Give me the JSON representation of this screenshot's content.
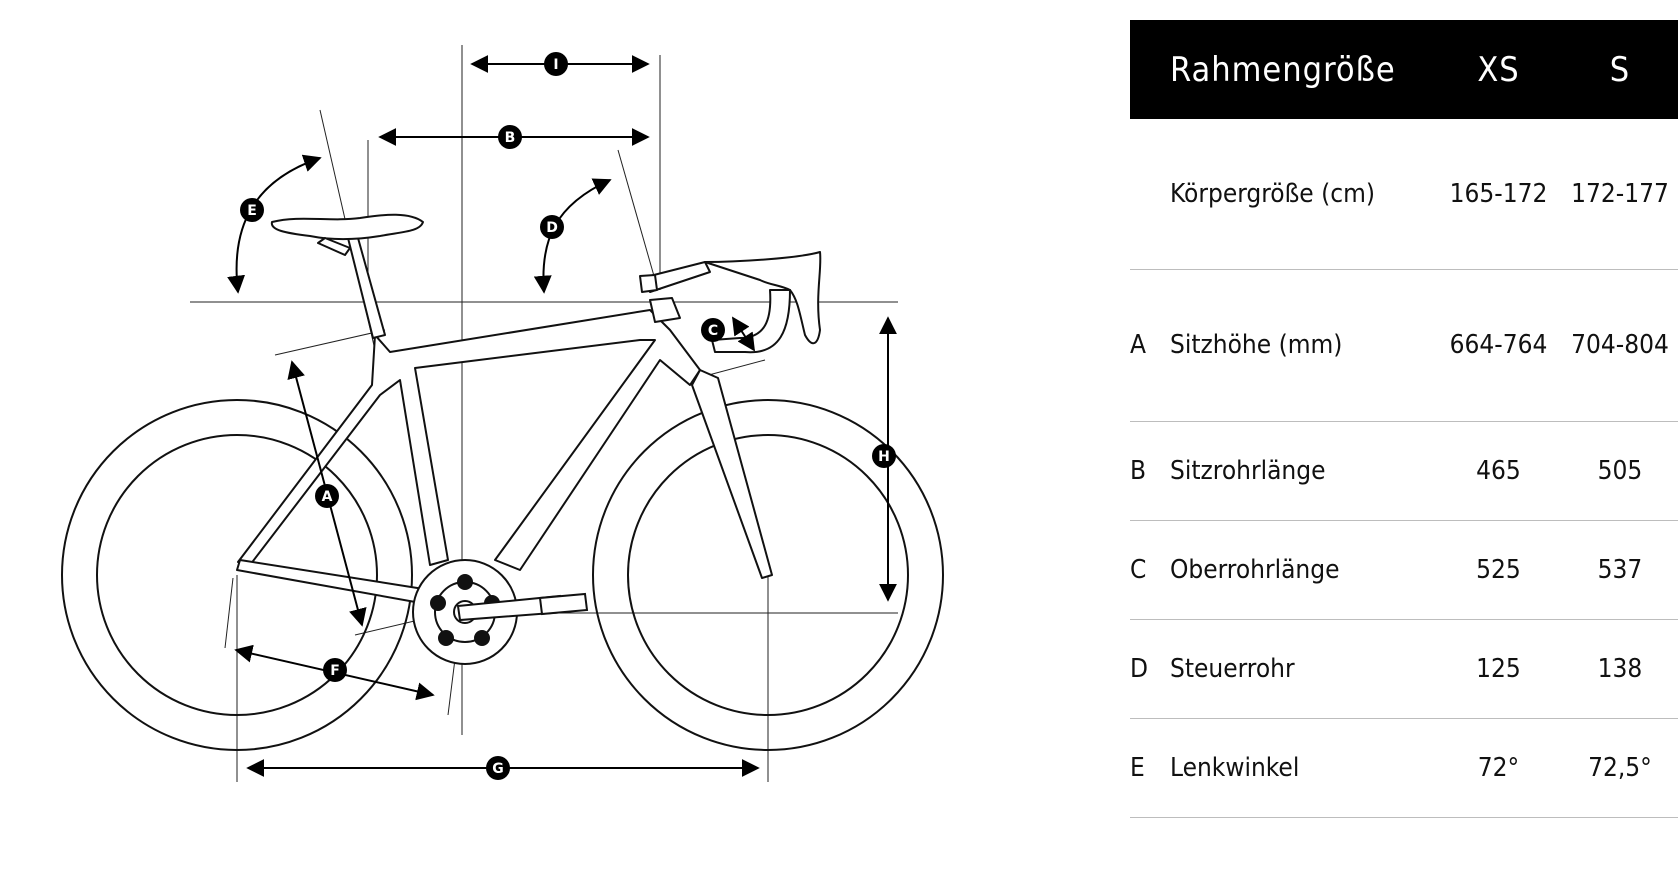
{
  "diagram": {
    "markers": [
      "A",
      "B",
      "C",
      "D",
      "E",
      "F",
      "G",
      "H",
      "I"
    ]
  },
  "table": {
    "header": {
      "label": "Rahmengröße",
      "xs": "XS",
      "s": "S"
    },
    "rows": [
      {
        "letter": "",
        "label": "Körpergröße (cm)",
        "xs": "165-172",
        "s": "172-177"
      },
      {
        "letter": "A",
        "label": "Sitzhöhe (mm)",
        "xs": "664-764",
        "s": "704-804"
      },
      {
        "letter": "B",
        "label": "Sitzrohrlänge",
        "xs": "465",
        "s": "505"
      },
      {
        "letter": "C",
        "label": "Oberrohrlänge",
        "xs": "525",
        "s": "537"
      },
      {
        "letter": "D",
        "label": "Steuerrohr",
        "xs": "125",
        "s": "138"
      },
      {
        "letter": "E",
        "label": "Lenkwinkel",
        "xs": "72°",
        "s": "72,5°"
      }
    ]
  }
}
